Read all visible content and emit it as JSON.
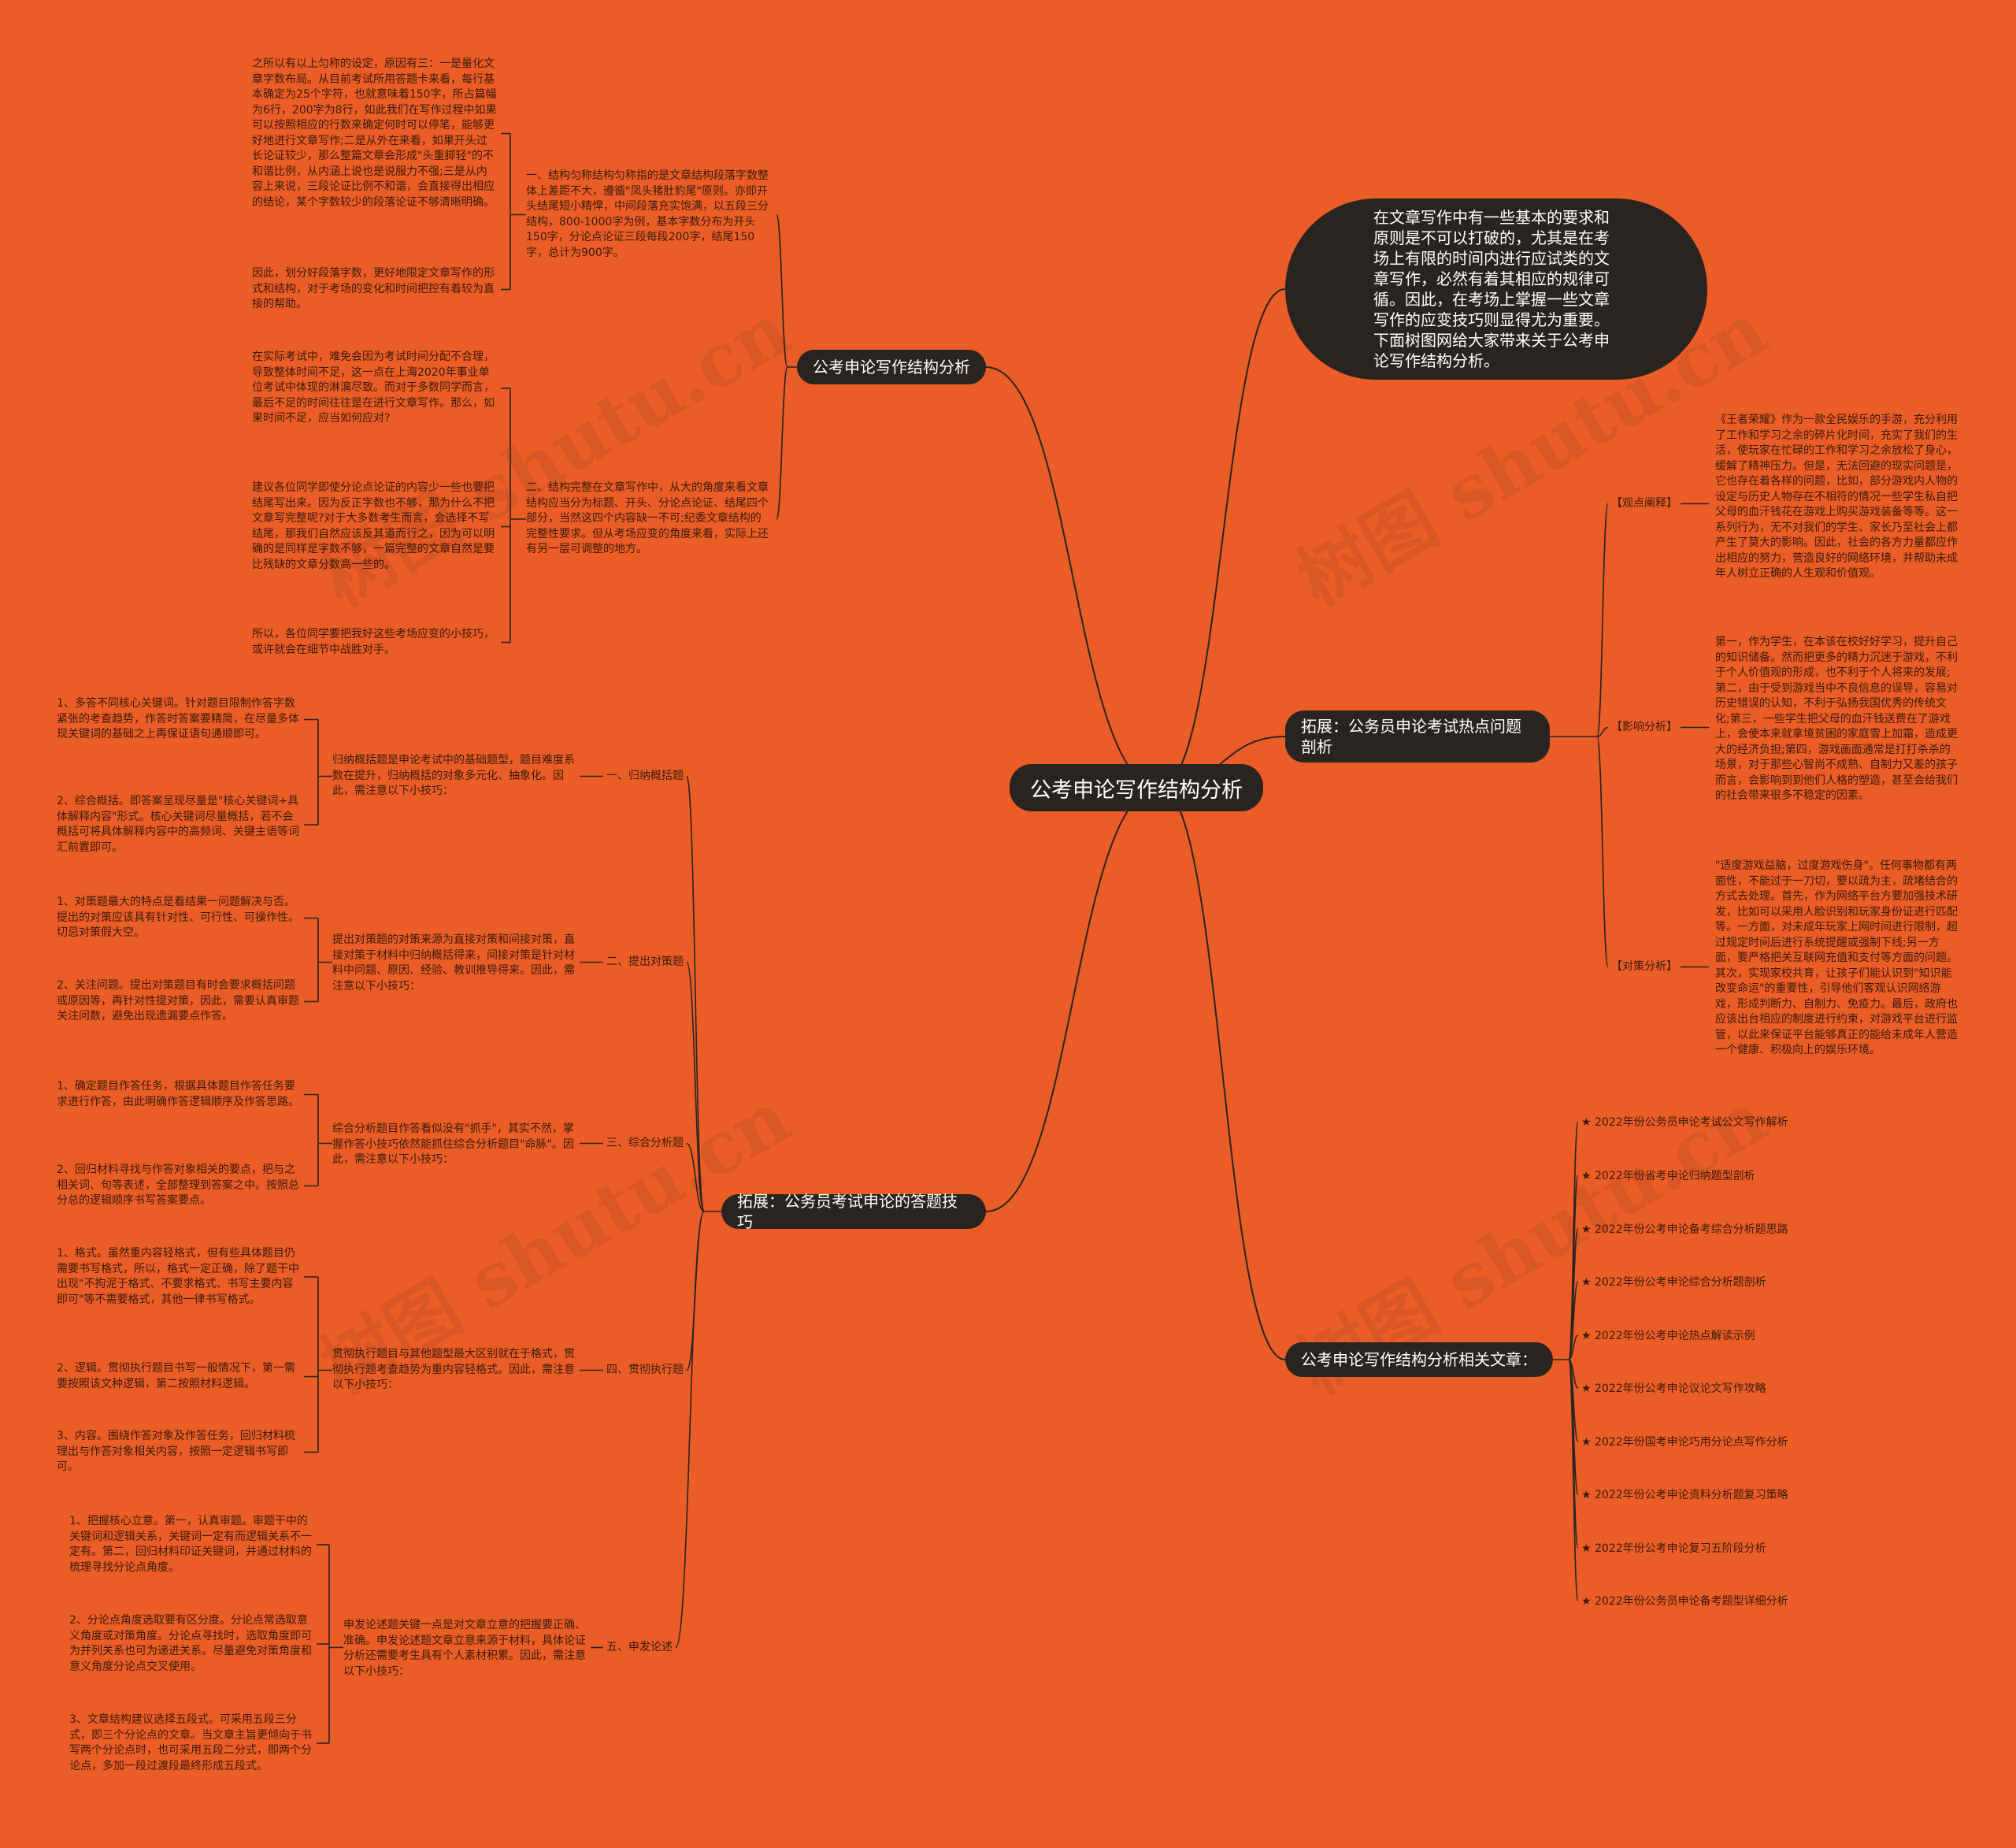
{
  "watermark": "树图 shutu.cn",
  "center": "公考申论写作结构分析",
  "intro": "在文章写作中有一些基本的要求和原则是不可以打破的，尤其是在考场上有限的时间内进行应试类的文章写作，必然有着其相应的规律可循。因此，在考场上掌握一些文章写作的应变技巧则显得尤为重要。下面树图网给大家带来关于公考申论写作结构分析。",
  "branch1": {
    "title": "公考申论写作结构分析",
    "sub1": {
      "text": "一、结构匀称结构匀称指的是文章结构段落字数整体上差距不大，遵循\"凤头猪肚豹尾\"原则。亦即开头结尾短小精悍，中间段落充实饱满，以五段三分结构，800-1000字为例，基本字数分布为开头150字，分论点论证三段每段200字，结尾150字，总计为900字。",
      "leaf1": "之所以有以上匀称的设定，原因有三：一是量化文章字数布局。从目前考试所用答题卡来看，每行基本确定为25个字符，也就意味着150字，所占篇幅为6行，200字为8行，如此我们在写作过程中如果可以按照相应的行数来确定何时可以停笔，能够更好地进行文章写作;二是从外在来看，如果开头过长论证较少，那么整篇文章会形成\"头重脚轻\"的不和谐比例，从内涵上说也是说服力不强;三是从内容上来说，三段论证比例不和谐，会直接得出相应的结论，某个字数较少的段落论证不够清晰明确。",
      "leaf2": "因此，划分好段落字数，更好地限定文章写作的形式和结构，对于考场的变化和时间把控有着较为直接的帮助。"
    },
    "sub2": {
      "text": "二、结构完整在文章写作中，从大的角度来看文章结构应当分为标题、开头、分论点论证、结尾四个部分，当然这四个内容缺一不可;纪委文章结构的完整性要求。但从考场应变的角度来看，实际上还有另一层可调整的地方。",
      "leaf1": "在实际考试中，难免会因为考试时间分配不合理，导致整体时间不足，这一点在上海2020年事业单位考试中体现的淋漓尽致。而对于多数同学而言，最后不足的时间往往是在进行文章写作。那么，如果时间不足，应当如何应对?",
      "leaf2": "建议各位同学即使分论点论证的内容少一些也要把结尾写出来。因为反正字数也不够，那为什么不把文章写完整呢?对于大多数考生而言，会选择不写结尾，那我们自然应该反其道而行之，因为可以明确的是同样是字数不够，一篇完整的文章自然是要比残缺的文章分数高一些的。",
      "leaf3": "所以，各位同学要把我好这些考场应变的小技巧，或许就会在细节中战胜对手。"
    }
  },
  "branch2": {
    "title": "拓展：公务员考试申论的答题技巧",
    "items": [
      {
        "label": "一、归纳概括题",
        "text": "归纳概括题是申论考试中的基础题型，题目难度系数在提升，归纳概括的对象多元化、抽象化。因此，需注意以下小技巧：",
        "leaves": [
          "1、多答不同核心关键词。针对题目限制作答字数紧张的考查趋势，作答时答案要精简，在尽量多体现关键词的基础之上再保证语句通顺即可。",
          "2、综合概括。即答案呈现尽量是\"核心关键词+具体解释内容\"形式。核心关键词尽量概括，若不会概括可将具体解释内容中的高频词、关键主语等词汇前置即可。"
        ]
      },
      {
        "label": "二、提出对策题",
        "text": "提出对策题的对策来源为直接对策和间接对策，直接对策于材料中归纳概括得来，间接对策是针对材料中问题、原因、经验、教训推导得来。因此，需注意以下小技巧：",
        "leaves": [
          "1、对策题最大的特点是看结果一问题解决与否。提出的对策应该具有针对性、可行性、可操作性。切忌对策假大空。",
          "2、关注问题。提出对策题目有时会要求概括问题或原因等，再针对性提对策，因此，需要认真审题关注问数，避免出现遗漏要点作答。"
        ]
      },
      {
        "label": "三、综合分析题",
        "text": "综合分析题目作答看似没有\"抓手\"，其实不然，掌握作答小技巧依然能抓住综合分析题目\"命脉\"。因此，需注意以下小技巧：",
        "leaves": [
          "1、确定题目作答任务，根据具体题目作答任务要求进行作答，由此明确作答逻辑顺序及作答思路。",
          "2、回归材料寻找与作答对象相关的要点，把与之相关词、句等表述，全部整理到答案之中。按照总分总的逻辑顺序书写答案要点。"
        ]
      },
      {
        "label": "四、贯彻执行题",
        "text": "贯彻执行题目与其他题型最大区别就在于格式，贯彻执行题考查趋势为重内容轻格式。因此，需注意以下小技巧：",
        "leaves": [
          "1、格式。虽然重内容轻格式，但有些具体题目仍需要书写格式，所以，格式一定正确，除了题干中出现\"不拘泥于格式、不要求格式、书写主要内容即可\"等不需要格式，其他一律书写格式。",
          "2、逻辑。贯彻执行题目书写一般情况下，第一需要按照该文种逻辑，第二按照材料逻辑。",
          "3、内容。围绕作答对象及作答任务，回归材料梳理出与作答对象相关内容，按照一定逻辑书写即可。"
        ]
      },
      {
        "label": "五、申发论述",
        "text": "申发论述题关键一点是对文章立意的把握要正确、准确。申发论述题文章立意来源于材料，具体论证分析还需要考生具有个人素材积累。因此，需注意以下小技巧：",
        "leaves": [
          "1、把握核心立意。第一，认真审题。审题干中的关键词和逻辑关系，关键词一定有而逻辑关系不一定有。第二，回归材料印证关键词，并通过材料的梳理寻找分论点角度。",
          "2、分论点角度选取要有区分度。分论点常选取意义角度或对策角度。分论点寻找时，选取角度即可为并列关系也可为递进关系。尽量避免对策角度和意义角度分论点交叉使用。",
          "3、文章结构建议选择五段式。可采用五段三分式，即三个分论点的文章。当文章主旨更倾向于书写两个分论点时，也可采用五段二分式，即两个分论点，多加一段过渡段最终形成五段式。"
        ]
      }
    ]
  },
  "branch3": {
    "title": "拓展：公务员申论考试热点问题剖析",
    "items": [
      {
        "label": "【观点阐释】",
        "text": "《王者荣耀》作为一款全民娱乐的手游，充分利用了工作和学习之余的碎片化时间，充实了我们的生活，使玩家在忙碌的工作和学习之余放松了身心，缓解了精神压力。但是，无法回避的现实问题是，它也存在着各样的问题，比如，部分游戏内人物的设定与历史人物存在不相符的情况一些学生私自把父母的血汗钱花在游戏上购买游戏装备等等。这一系列行为，无不对我们的学生、家长乃至社会上都产生了莫大的影响。因此，社会的各方力量都应作出相应的努力，营造良好的网络环境，并帮助未成年人树立正确的人生观和价值观。"
      },
      {
        "label": "【影响分析】",
        "text": "第一，作为学生，在本该在校好好学习，提升自己的知识储备。然而把更多的精力沉迷于游戏，不利于个人价值观的形成，也不利于个人将来的发展;第二，由于受到游戏当中不良信息的误导，容易对历史错误的认知，不利于弘扬我国优秀的传统文化;第三，一些学生把父母的血汗钱送费在了游戏上，会使本来就拿境贫困的家庭雪上加霜，造成更大的经济负担;第四，游戏画面通常是打打杀杀的场景，对于那些心智尚不成熟、自制力又差的孩子而言，会影响到到他们人格的塑造，甚至会给我们的社会带来很多不稳定的因素。"
      },
      {
        "label": "【对策分析】",
        "text": "\"适度游戏益脑，过度游戏伤身\"。任何事物都有两面性，不能过于一刀切，要以疏为主，疏堵结合的方式去处理。首先，作为网络平台方要加强技术研发，比如可以采用人脸识别和玩家身份证进行匹配等。一方面，对未成年玩家上网时间进行限制，超过规定时间后进行系统提醒或强制下线;另一方面，要严格把关互联网充值和支付等方面的问题。其次，实现家校共育，让孩子们能认识到\"知识能改变命运\"的重要性，引导他们客观认识网络游戏，形成判断力、自制力、免疫力。最后，政府也应该出台相应的制度进行约束，对游戏平台进行监管，以此来保证平台能够真正的能给未成年人营造一个健康、积极向上的娱乐环境。"
      }
    ]
  },
  "branch4": {
    "title": "公考申论写作结构分析相关文章：",
    "links": [
      "★ 2022年份公务员申论考试公文写作解析",
      "★ 2022年份省考申论归纳题型剖析",
      "★ 2022年份公考申论备考综合分析题思路",
      "★ 2022年份公考申论综合分析题剖析",
      "★ 2022年份公考申论热点解读示例",
      "★ 2022年份公考申论议论文写作攻略",
      "★ 2022年份国考申论巧用分论点写作分析",
      "★ 2022年份公考申论资料分析题复习策略",
      "★ 2022年份公考申论复习五阶段分析",
      "★ 2022年份公务员申论备考题型详细分析"
    ]
  }
}
